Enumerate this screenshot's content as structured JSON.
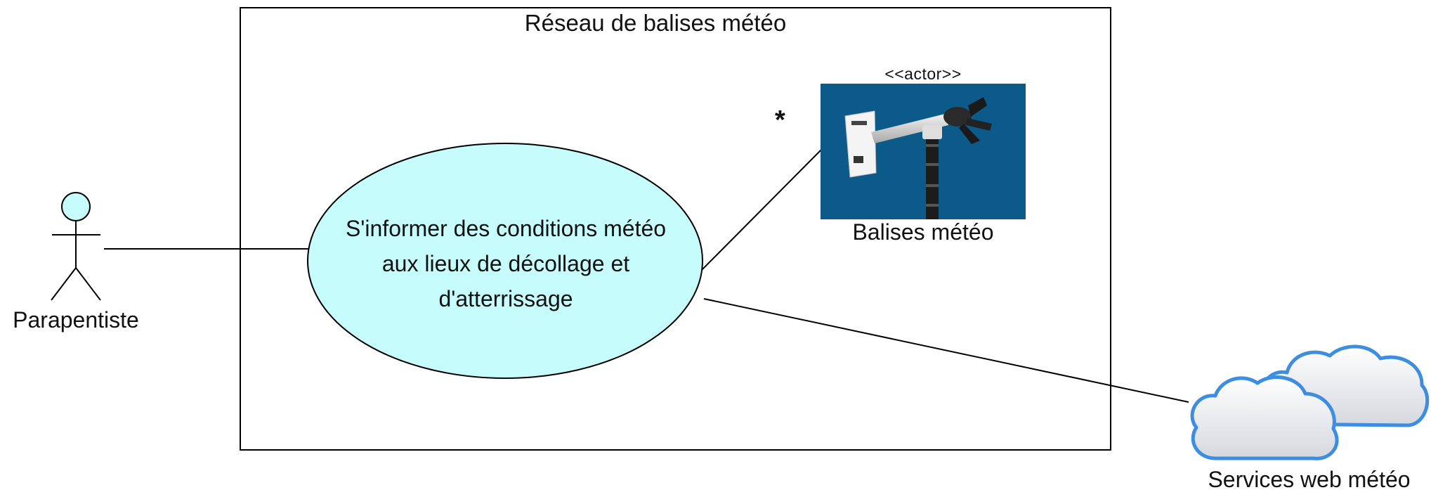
{
  "system": {
    "title": "Réseau de balises météo"
  },
  "actors": {
    "primary": {
      "label": "Parapentiste",
      "icon": "stick-figure-icon"
    },
    "beacons": {
      "stereotype": "<<actor>>",
      "label": "Balises météo",
      "icon": "anemometer-icon",
      "multiplicity": "*"
    },
    "web_services": {
      "label": "Services web météo",
      "icon": "cloud-icon"
    }
  },
  "use_case": {
    "lines": [
      "S'informer des conditions météo",
      "aux lieux de décollage et",
      "d'atterrissage"
    ]
  },
  "colors": {
    "use_case_fill": "#c6fcfc",
    "actor_head_fill": "#c6fcfc",
    "beacon_background": "#0b5a8a",
    "cloud_outline": "#3d8ee0",
    "stroke": "#000000"
  }
}
